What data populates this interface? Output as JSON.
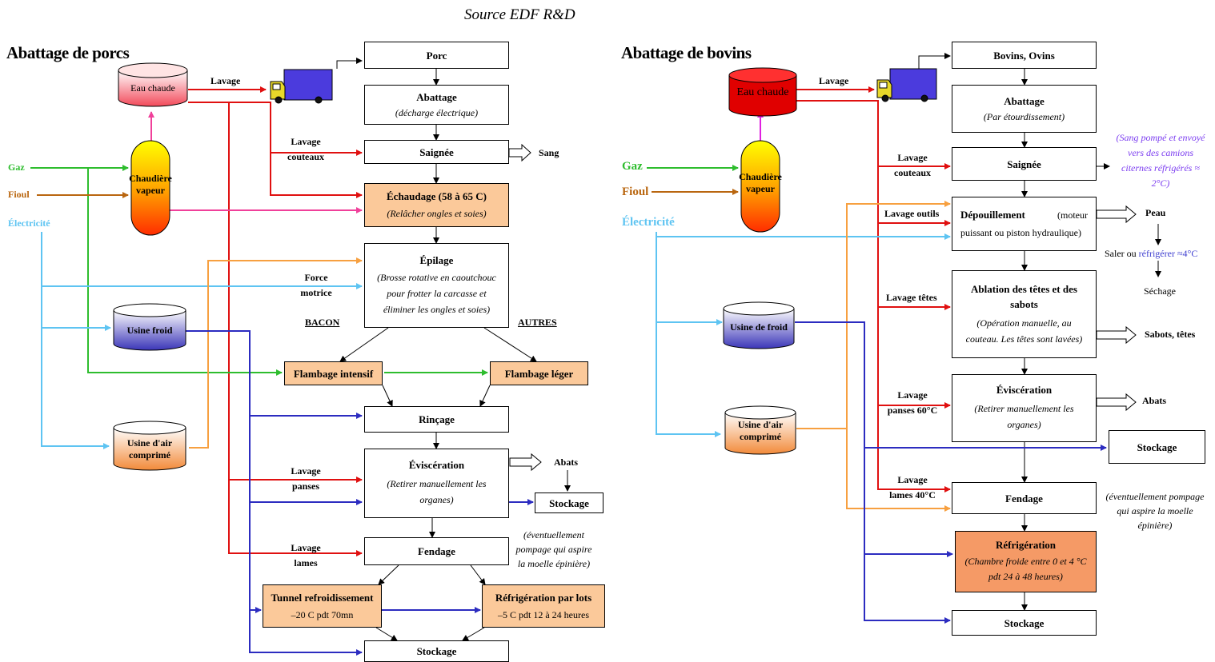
{
  "source": "Source EDF R&D",
  "left": {
    "title": "Abattage de porcs",
    "inputs": {
      "gaz": "Gaz",
      "fioul": "Fioul",
      "electricite": "Électricité"
    },
    "equipment": {
      "eau_chaude": "Eau chaude",
      "chaudiere": "Chaudière vapeur",
      "usine_froid": "Usine froid",
      "usine_air": "Usine d'air comprimé"
    },
    "labels": {
      "lavage": "Lavage",
      "lavage_couteaux_1": "Lavage",
      "lavage_couteaux_2": "couteaux",
      "force_1": "Force",
      "force_2": "motrice",
      "bacon": "BACON",
      "autres": "AUTRES",
      "lavage_panses_1": "Lavage",
      "lavage_panses_2": "panses",
      "lavage_lames_1": "Lavage",
      "lavage_lames_2": "lames",
      "sang": "Sang",
      "abats": "Abats",
      "note_1": "(éventuellement",
      "note_2": "pompage qui aspire",
      "note_3": "la moelle épinière)"
    },
    "steps": {
      "porc": "Porc",
      "abattage": "Abattage",
      "abattage_sub": "(décharge électrique)",
      "saignee": "Saignée",
      "echaudage": "Échaudage (58 à 65 C)",
      "echaudage_sub": "(Relâcher ongles et soies)",
      "epilage": "Épilage",
      "epilage_sub_1": "(Brosse rotative  en caoutchouc",
      "epilage_sub_2": "pour frotter  la carcasse et",
      "epilage_sub_3": "éliminer les ongles et soies)",
      "flambage_intensif": "Flambage intensif",
      "flambage_leger": "Flambage léger",
      "rincage": "Rinçage",
      "evisceration": "Éviscération",
      "evisceration_sub_1": "(Retirer manuellement les",
      "evisceration_sub_2": "organes)",
      "stockage_1": "Stockage",
      "fendage": "Fendage",
      "tunnel": "Tunnel refroidissement",
      "tunnel_sub": "–20 C pdt 70mn",
      "refrig_lots": "Réfrigération par lots",
      "refrig_lots_sub": "–5 C pdt 12 à 24 heures",
      "stockage_2": "Stockage"
    }
  },
  "right": {
    "title": "Abattage de bovins",
    "inputs": {
      "gaz": "Gaz",
      "fioul": "Fioul",
      "electricite": "Électricité"
    },
    "equipment": {
      "eau_chaude": "Eau chaude",
      "chaudiere": "Chaudière vapeur",
      "usine_froid": "Usine de froid",
      "usine_air": "Usine d'air comprimé"
    },
    "labels": {
      "lavage": "Lavage",
      "lavage_couteaux_1": "Lavage",
      "lavage_couteaux_2": "couteaux",
      "lavage_outils": "Lavage outils",
      "lavage_tetes": "Lavage têtes",
      "lavage_panses_1": "Lavage",
      "lavage_panses_2": "panses 60°C",
      "lavage_lames_1": "Lavage",
      "lavage_lames_2": "lames 40°C",
      "sang_1": "(Sang pompé et envoyé",
      "sang_2": "vers des camions",
      "sang_3": "citernes réfrigérés ≈",
      "sang_4": "2°C)",
      "peau": "Peau",
      "saler_1": "Saler ou ",
      "saler_2": "réfrigérer ≈4°C",
      "sechage": "Séchage",
      "sabots": "Sabots, têtes",
      "abats": "Abats",
      "note_1": "(éventuellement pompage",
      "note_2": "qui aspire la moelle",
      "note_3": "épinière)"
    },
    "steps": {
      "bovins": "Bovins, Ovins",
      "abattage": "Abattage",
      "abattage_sub": "(Par étourdissement)",
      "saignee": "Saignée",
      "depouillement": "Dépouillement",
      "depouillement_sub_1": "(moteur",
      "depouillement_sub_2": "puissant ou piston hydraulique)",
      "ablation_1": "Ablation des têtes et des",
      "ablation_2": "sabots",
      "ablation_sub_1": "(Opération manuelle, au",
      "ablation_sub_2": "couteau. Les têtes sont lavées)",
      "evisceration": "Éviscération",
      "evisceration_sub_1": "(Retirer manuellement les",
      "evisceration_sub_2": "organes)",
      "stockage_1": "Stockage",
      "fendage": "Fendage",
      "refrigeration": "Réfrigération",
      "refrigeration_sub_1": "(Chambre froide  entre 0 et 4 °C",
      "refrigeration_sub_2": "pdt 24 à 48 heures)",
      "stockage_2": "Stockage"
    }
  }
}
